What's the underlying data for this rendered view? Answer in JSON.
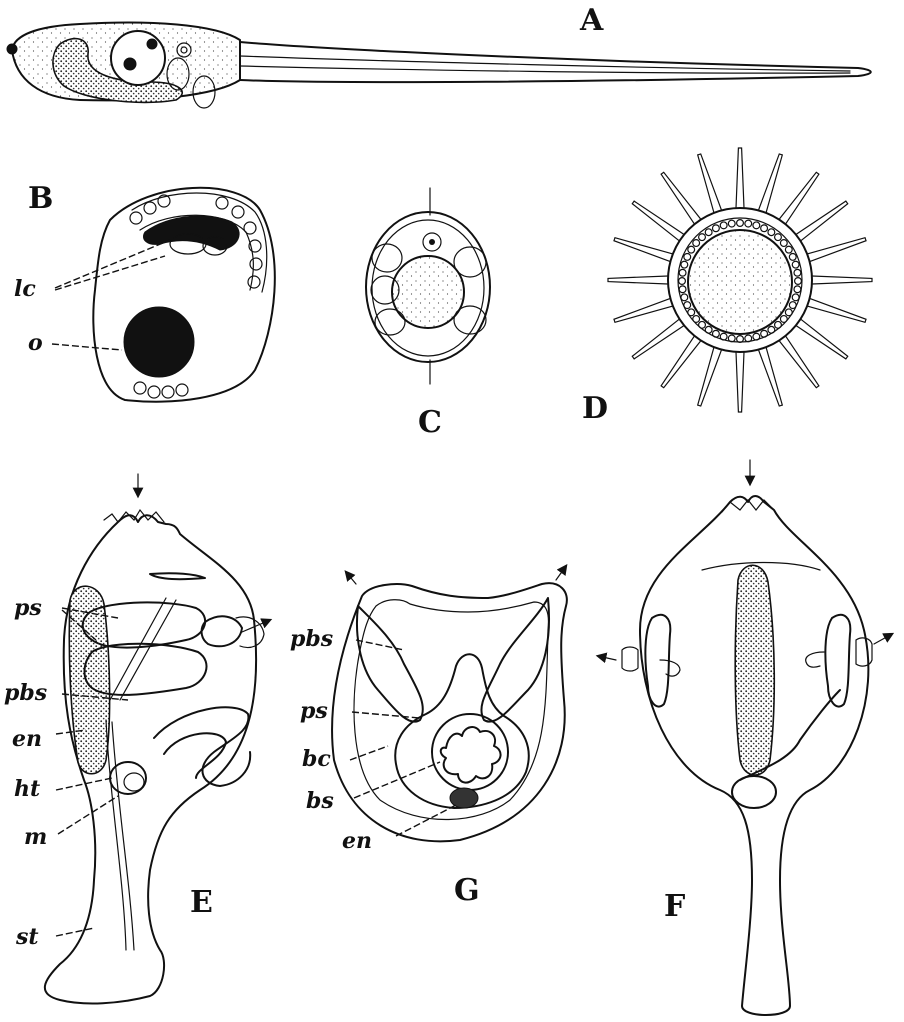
{
  "panels": {
    "A": "A",
    "B": "B",
    "C": "C",
    "D": "D",
    "E": "E",
    "F": "F",
    "G": "G"
  },
  "labels": {
    "lc": "lc",
    "o": "o",
    "ps_e": "ps",
    "pbs_e": "pbs",
    "en_e": "en",
    "ht": "ht",
    "m": "m",
    "st": "st",
    "pbs_g": "pbs",
    "ps_g": "ps",
    "bc": "bc",
    "bs": "bs",
    "en_g": "en"
  }
}
